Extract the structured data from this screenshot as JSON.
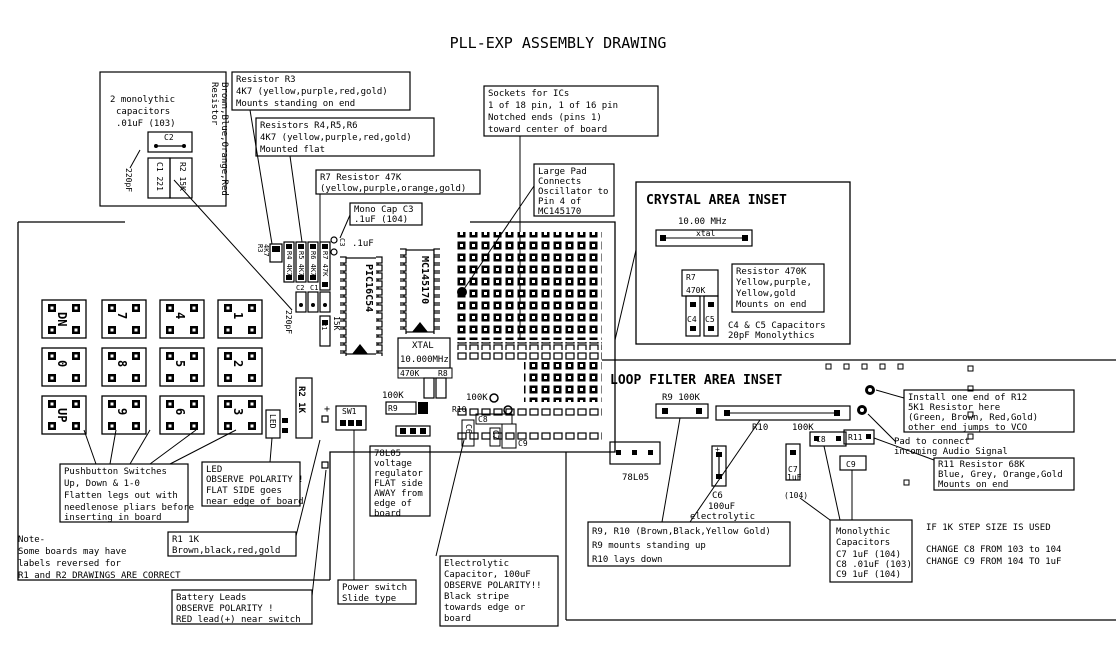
{
  "title": "PLL-EXP ASSEMBLY DRAWING",
  "insets": {
    "crystal": "CRYSTAL AREA  INSET",
    "loop": "LOOP FILTER AREA INSET"
  },
  "notes": {
    "caps_c1c2": [
      "2 monolythic",
      "capacitors",
      ".01uF (103)"
    ],
    "r2_side": [
      "Resistor",
      "Brown,Blue,Orange,Red"
    ],
    "r3": [
      "Resistor R3",
      "4K7 (yellow,purple,red,gold)",
      "Mounts standing on end"
    ],
    "r456": [
      "Resistors R4,R5,R6",
      "4K7 (yellow,purple,red,gold)",
      "Mounted flat"
    ],
    "r7": [
      "R7 Resistor 47K",
      "(yellow,purple,orange,gold)"
    ],
    "c3": [
      "Mono Cap C3",
      ".1uF (104)"
    ],
    "sockets": [
      "Sockets for ICs",
      "1 of 18 pin, 1 of 16 pin",
      "Notched ends (pins 1)",
      "toward center of board"
    ],
    "largepad": [
      "Large Pad",
      "Connects",
      "Oscillator to",
      "Pin 4 of",
      "MC145170"
    ],
    "xtal_resistor": [
      "Resistor  470K",
      "Yellow,purple,",
      "Yellow,gold",
      "Mounts on end"
    ],
    "c4c5": [
      "C4 & C5 Capacitors",
      "20pF Monolythics"
    ],
    "r12": [
      "Install one end of R12",
      "5K1 Resistor here",
      "(Green, Brown, Red,Gold)",
      "other end jumps to VCO"
    ],
    "pad_audio": [
      "Pad to connect",
      "incoming Audio Signal"
    ],
    "r11": [
      "R11 Resistor 68K",
      "Blue, Grey, Orange,Gold",
      "Mounts on end"
    ],
    "switches": [
      "Pushbutton Switches",
      "Up, Down & 1-0",
      "Flatten legs out with",
      "needlenose pliars before",
      "inserting in board"
    ],
    "led": [
      "LED",
      "OBSERVE POLARITY !",
      "FLAT SIDE goes",
      "near edge of board"
    ],
    "r1": [
      "R1  1K",
      "Brown,black,red,gold"
    ],
    "note": [
      "Note-",
      "Some boards may have",
      "labels reversed for",
      "R1 and R2   DRAWINGS ARE CORRECT"
    ],
    "battery": [
      "Battery Leads",
      "OBSERVE POLARITY !",
      "RED lead(+) near switch"
    ],
    "power": [
      "Power switch",
      "Slide type"
    ],
    "reg": [
      "78L05",
      "voltage",
      "regulator",
      "FLAT side",
      "AWAY from",
      "edge of",
      "board"
    ],
    "electrolytic": [
      "Electrolytic",
      "Capacitor, 100uF",
      "OBSERVE POLARITY!!",
      "Black stripe",
      "towards edge or",
      "board"
    ],
    "r9r10": [
      "R9, R10 (Brown,Black,Yellow Gold)",
      "R9 mounts standing up",
      "R10 lays down"
    ],
    "mono_caps": [
      "Monolythic",
      "Capacitors",
      "C7  1uF (104)",
      "C8  .01uF (103)",
      "C9  1uF (104)"
    ],
    "stepsize": [
      "IF 1K STEP SIZE IS USED",
      "CHANGE C8 FROM 103 to 104",
      "CHANGE C9 FROM 104 TO 1uF"
    ]
  },
  "labels": {
    "ic1": "PIC16C54",
    "ic2": "MC145170",
    "xtal": "XTAL",
    "xtal_freq": "10.000MHz",
    "inset_freq": "10.00 MHz",
    "inset_xtal": "xtal",
    "inset_r7": "R7",
    "inset_470k": "470K",
    "c4": "C4",
    "c5": "C5",
    "c3": "C3",
    "c3_val": ".1uF",
    "r3_val": "R3",
    "r3_val2": "4K7",
    "r4": "R4 4K7",
    "r5": "R5 4K7",
    "r6": "R6 4K7",
    "r7": "R7 47K",
    "c2": "C2",
    "c1": "C1",
    "r2": "R2",
    "r2_val": "15K",
    "r1": "R1",
    "r1_val": "1K",
    "c1_220": "220pF",
    "c2top": "C2",
    "c1top": "C1",
    "c1_221": "221",
    "r2top": "R2",
    "r2top_val": "15K",
    "c220": "220pF",
    "sw": [
      "DN",
      "7",
      "4",
      "1",
      "0",
      "8",
      "5",
      "2",
      "UP",
      "9",
      "6",
      "3"
    ],
    "r2v": "R2 1K",
    "led_lbl": "LED",
    "plus": "+",
    "sw1": "SW1",
    "r9": "R9",
    "v100k": "100K",
    "r10": "R10",
    "v100k2": "100K",
    "c8": "C8",
    "c9": "C9",
    "c7": "C7",
    "c6": "C6",
    "r8": "R8",
    "v470k": "470K",
    "r9_100k": "R9 100K",
    "r10_big": "R10",
    "r10_100k": "100K",
    "c8_big": "C8",
    "r11_big": "R11",
    "c9_big": "C9",
    "c7_big": "C7",
    "c7_1uf": "1uF",
    "c7_104": "(104)",
    "lf_78l05": "78L05",
    "c6_big": "C6",
    "c6_val": "100uF",
    "c6_type": "electrolytic",
    "c6_plus": "+"
  }
}
